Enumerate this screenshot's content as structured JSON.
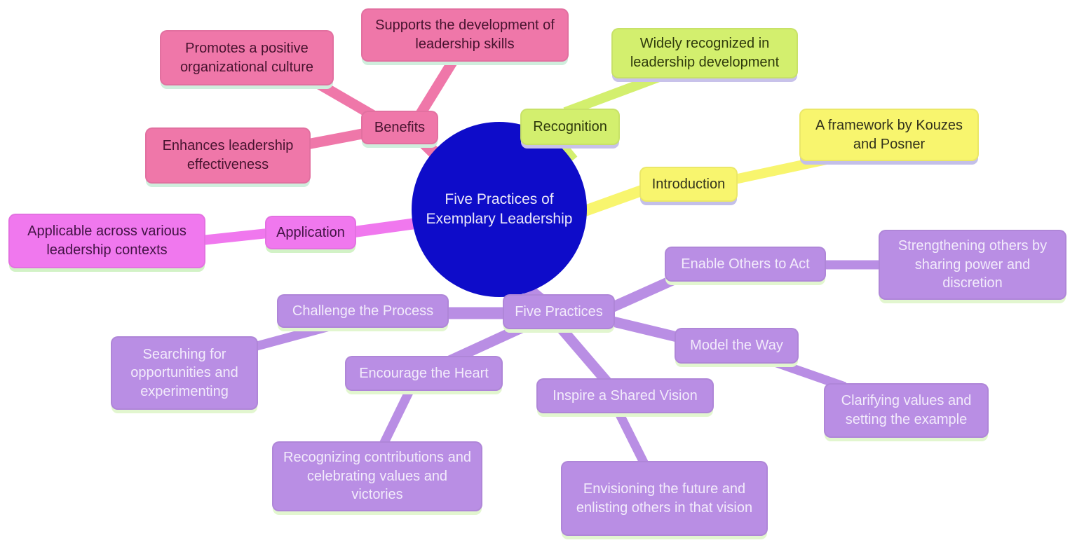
{
  "mindmap": {
    "center": {
      "label": "Five Practices of Exemplary Leadership"
    },
    "branches": [
      {
        "id": "benefits",
        "label": "Benefits",
        "children": [
          {
            "id": "promotes",
            "label": "Promotes a positive organizational culture"
          },
          {
            "id": "supports",
            "label": "Supports the development of leadership skills"
          },
          {
            "id": "enhances",
            "label": "Enhances leadership effectiveness"
          }
        ]
      },
      {
        "id": "recognition",
        "label": "Recognition",
        "children": [
          {
            "id": "widely",
            "label": "Widely recognized in leadership development"
          }
        ]
      },
      {
        "id": "introduction",
        "label": "Introduction",
        "children": [
          {
            "id": "framework",
            "label": "A framework by Kouzes and Posner"
          }
        ]
      },
      {
        "id": "application",
        "label": "Application",
        "children": [
          {
            "id": "applicable",
            "label": "Applicable across various leadership contexts"
          }
        ]
      },
      {
        "id": "five-practices",
        "label": "Five Practices",
        "children": [
          {
            "id": "enable",
            "label": "Enable Others to Act",
            "children": [
              {
                "id": "strengthening",
                "label": "Strengthening others by sharing power and discretion"
              }
            ]
          },
          {
            "id": "challenge",
            "label": "Challenge the Process",
            "children": [
              {
                "id": "searching",
                "label": "Searching for opportunities and experimenting"
              }
            ]
          },
          {
            "id": "model",
            "label": "Model the Way",
            "children": [
              {
                "id": "clarifying",
                "label": "Clarifying values and setting the example"
              }
            ]
          },
          {
            "id": "encourage",
            "label": "Encourage the Heart",
            "children": [
              {
                "id": "recognizing",
                "label": "Recognizing contributions and celebrating values and victories"
              }
            ]
          },
          {
            "id": "inspire",
            "label": "Inspire a Shared Vision",
            "children": [
              {
                "id": "envisioning",
                "label": "Envisioning the future and enlisting others in that vision"
              }
            ]
          }
        ]
      }
    ],
    "colors": {
      "center": "#0e0cc9",
      "benefits": "#ef77a9",
      "recognition": "#d3ef6e",
      "introduction": "#f8f56e",
      "application": "#f078ee",
      "five_practices": "#b98ee4"
    }
  }
}
